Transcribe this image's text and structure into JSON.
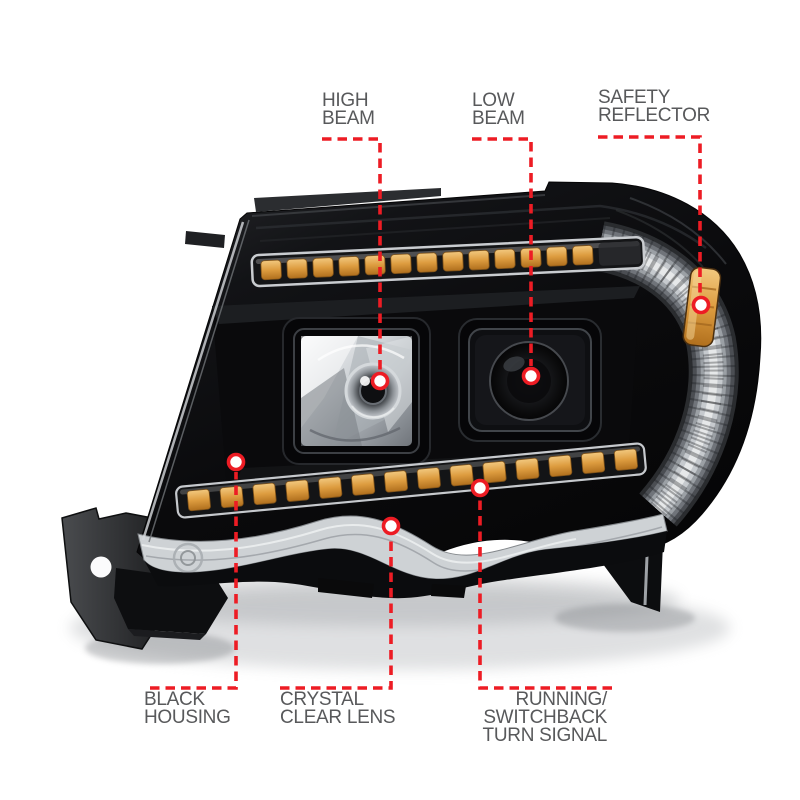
{
  "figure": {
    "name": "black-projector-headlight",
    "description": "Front three-quarter product photo of a black housing projector headlight with square high/low beam projectors, amber LED strips, amber side reflector and mounting brackets"
  },
  "colors": {
    "background": "#ffffff",
    "callout_text": "#58595b",
    "callout_line": "#ed1c24",
    "callout_dot_fill": "#ffffff",
    "housing_black": "#0b0b0d",
    "amber_led": "#d79a4c",
    "amber_reflector": "#d5861f",
    "chrome": "#c8ccd0"
  },
  "callouts": {
    "high_beam": {
      "line1": "HIGH",
      "line2": "BEAM"
    },
    "low_beam": {
      "line1": "LOW",
      "line2": "BEAM"
    },
    "safety_reflector": {
      "line1": "SAFETY",
      "line2": "REFLECTOR"
    },
    "black_housing": {
      "line1": "BLACK",
      "line2": "HOUSING"
    },
    "crystal_clear_lens": {
      "line1": "CRYSTAL",
      "line2": "CLEAR LENS"
    },
    "running_switchback_turn_signal": {
      "line1": "RUNNING/",
      "line2": "SWITCHBACK",
      "line3": "TURN SIGNAL"
    }
  }
}
